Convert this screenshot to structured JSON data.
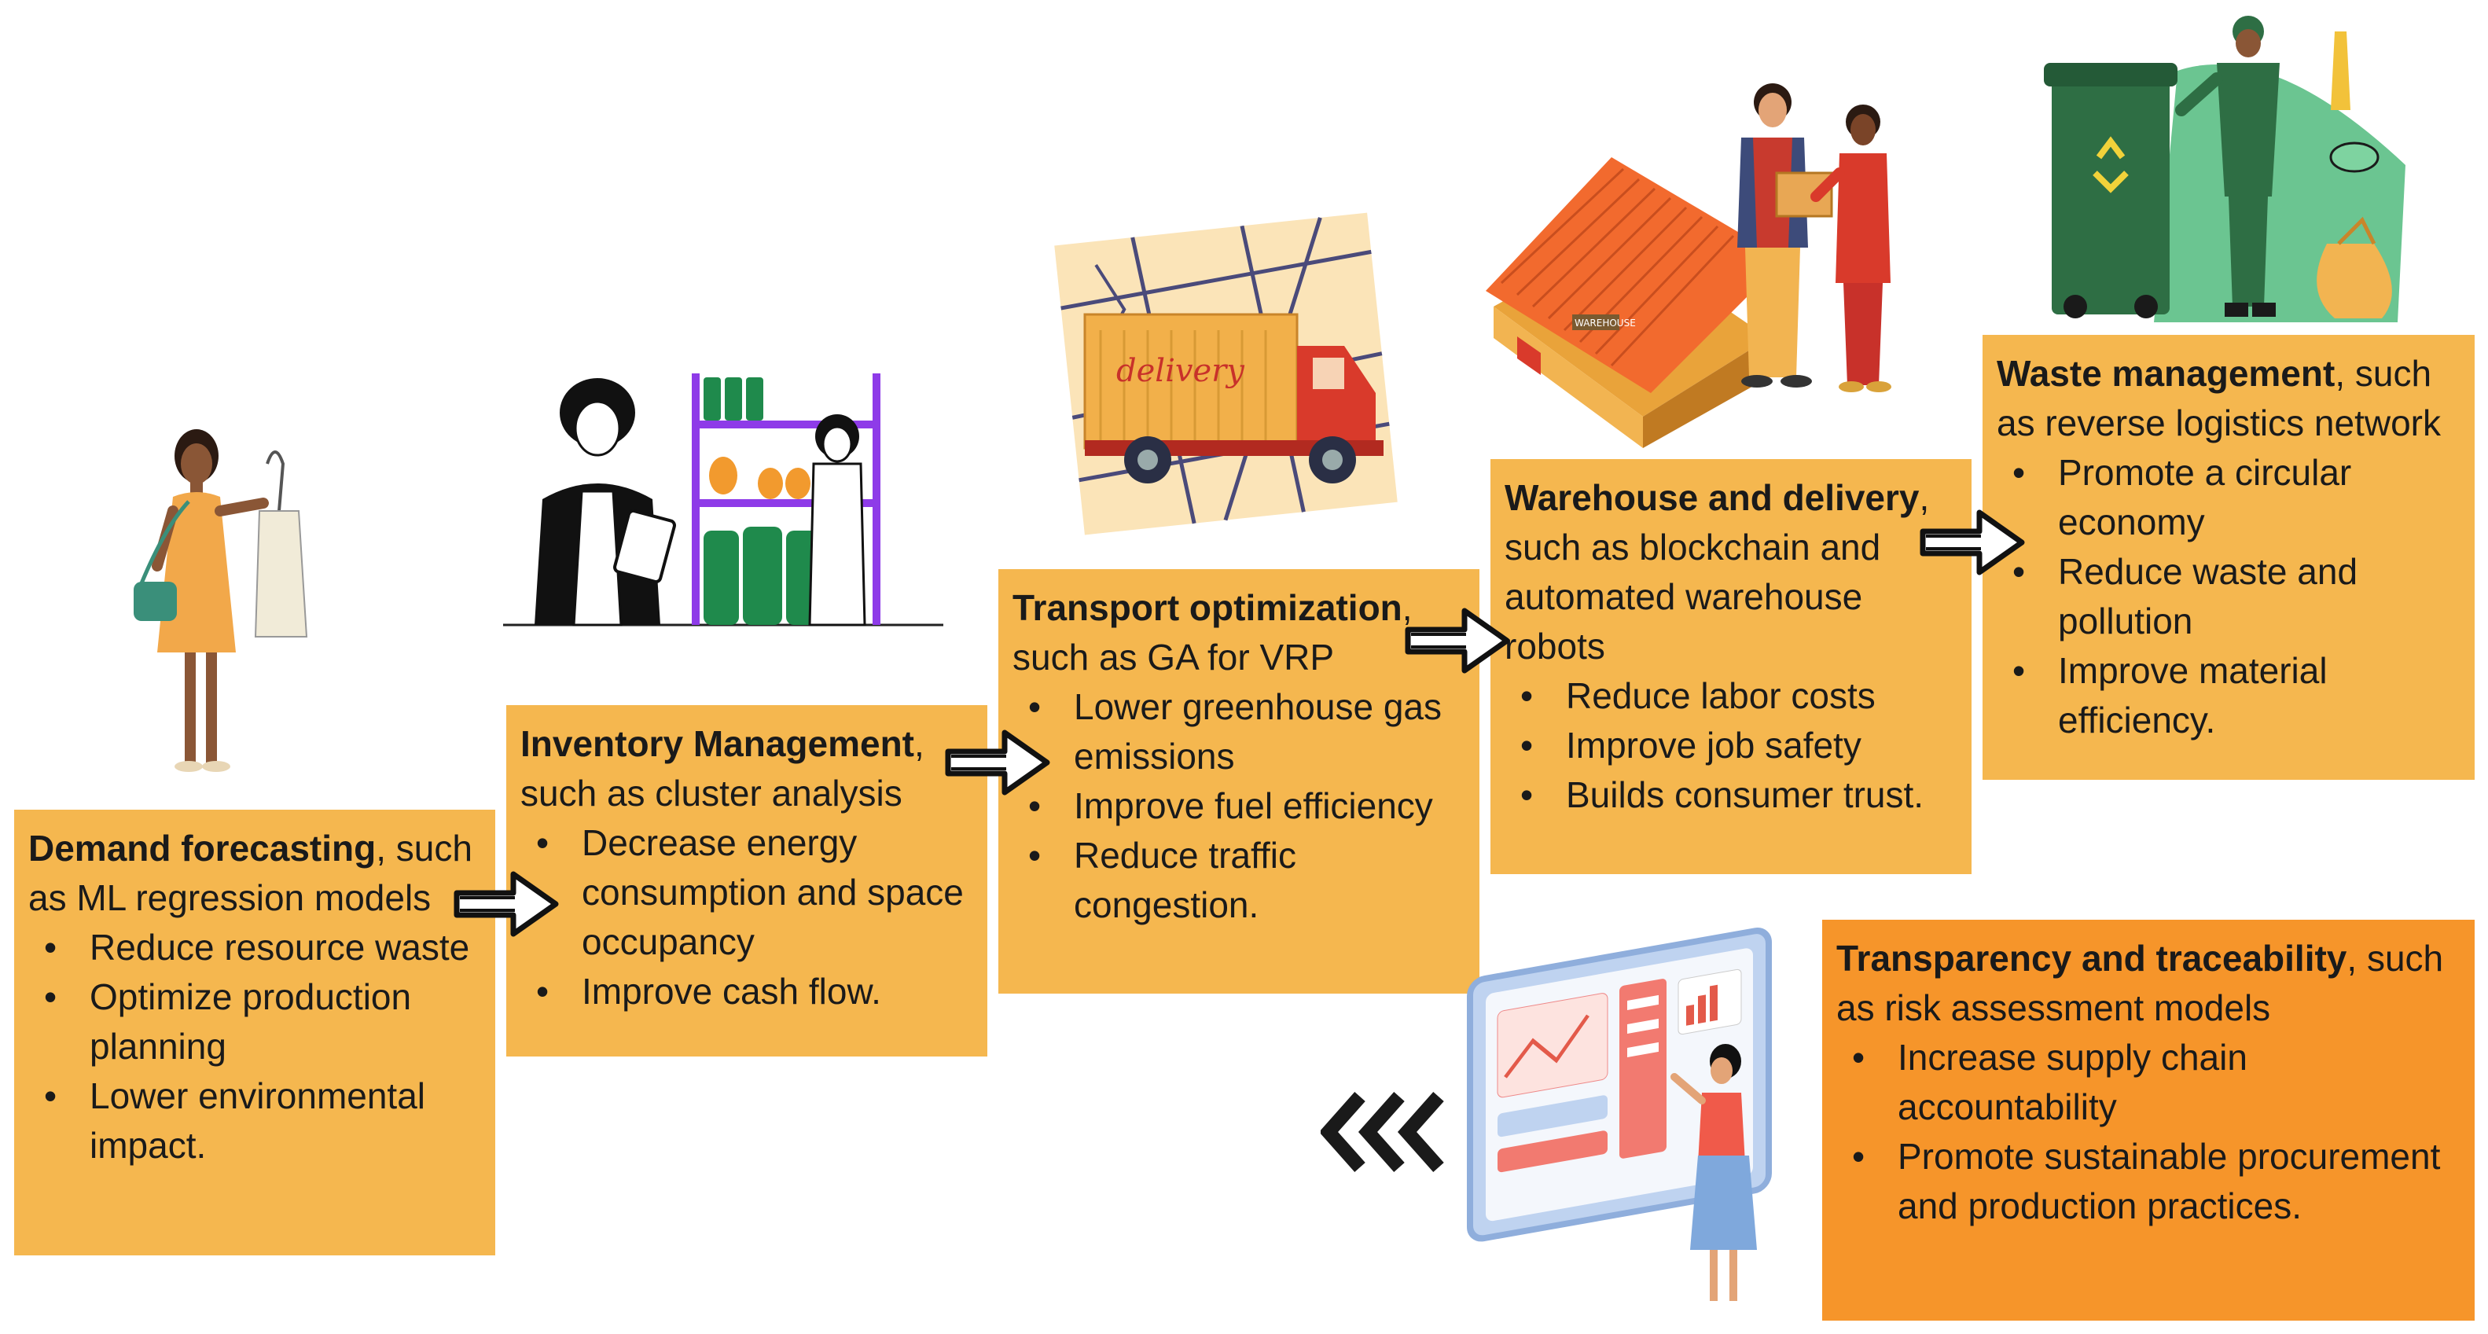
{
  "stages": [
    {
      "id": "demand",
      "title": "Demand forecasting",
      "subtitle": ", such as ML regression models",
      "bullets": [
        "Reduce resource waste",
        "Optimize production planning",
        "Lower environmental impact."
      ]
    },
    {
      "id": "inventory",
      "title": "Inventory Management",
      "subtitle": ", such as cluster analysis",
      "bullets": [
        "Decrease energy consumption and space occupancy",
        "Improve cash flow."
      ]
    },
    {
      "id": "transport",
      "title": "Transport optimization",
      "subtitle": ", such as GA for VRP",
      "bullets": [
        "Lower greenhouse gas emissions",
        "Improve fuel efficiency",
        "Reduce traffic congestion."
      ]
    },
    {
      "id": "warehouse",
      "title": "Warehouse  and delivery",
      "subtitle": ", such as blockchain and automated warehouse robots",
      "bullets": [
        "Reduce labor costs",
        "Improve job safety",
        "Builds consumer trust."
      ]
    },
    {
      "id": "waste",
      "title": "Waste  management",
      "subtitle": ", such as reverse logistics network",
      "bullets": [
        "Promote a circular economy",
        "Reduce waste and pollution",
        "Improve material efficiency."
      ]
    },
    {
      "id": "transparency",
      "title": "Transparency and traceability",
      "subtitle": ", such as risk assessment models",
      "bullets": [
        "Increase supply chain accountability",
        "Promote sustainable procurement and production practices."
      ]
    }
  ],
  "illustrations": {
    "truck_label": "delivery",
    "warehouse_sign": "WAREHOUSE"
  },
  "colors": {
    "box_yellow": "#F5B74F",
    "box_orange": "#F6952A",
    "green": "#1F8A4C",
    "purple": "#8E3BE8",
    "red": "#D93A2B",
    "roof": "#F26A2E"
  }
}
